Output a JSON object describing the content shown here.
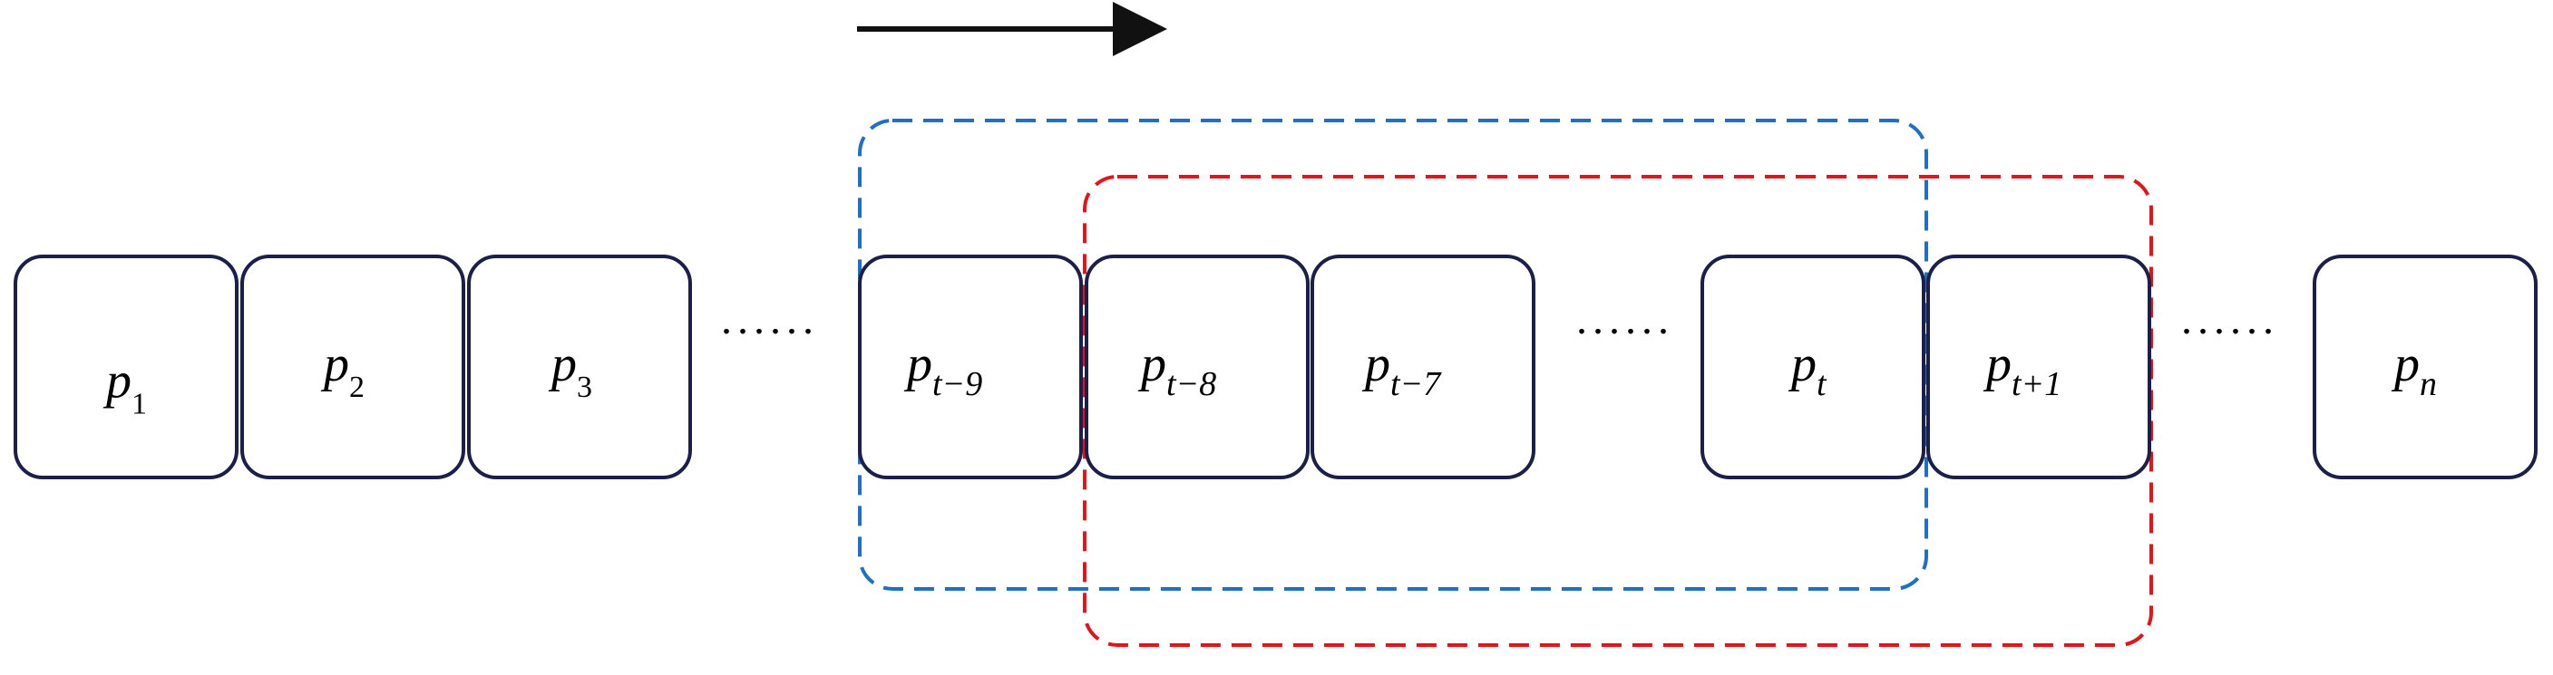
{
  "blocks": [
    {
      "id": "p1",
      "base": "p",
      "sub": "1"
    },
    {
      "id": "p2",
      "base": "p",
      "sub": "2"
    },
    {
      "id": "p3",
      "base": "p",
      "sub": "3"
    },
    {
      "id": "p_t-9",
      "base": "p",
      "sub": "t−9"
    },
    {
      "id": "p_t-8",
      "base": "p",
      "sub": "t−8"
    },
    {
      "id": "p_t-7",
      "base": "p",
      "sub": "t−7"
    },
    {
      "id": "p_t",
      "base": "p",
      "sub": "t"
    },
    {
      "id": "p_t+1",
      "base": "p",
      "sub": "t+1"
    },
    {
      "id": "p_n",
      "base": "p",
      "sub": "n"
    }
  ],
  "ellipses": [
    "......",
    "......",
    "......"
  ],
  "windows": [
    {
      "name": "window-previous",
      "color": "#1f6fc4",
      "from": "p_t-9",
      "to": "p_t"
    },
    {
      "name": "window-current",
      "color": "#e0161b",
      "from": "p_t-8",
      "to": "p_t+1"
    }
  ],
  "arrow": {
    "direction": "right",
    "color": "#111111"
  }
}
